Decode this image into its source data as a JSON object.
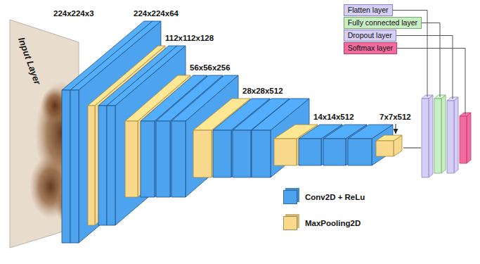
{
  "diagram": {
    "nodes": [
      {
        "text": [
          "Flatten layer"
        ]
      },
      {
        "text": [
          "Fully connected layer"
        ]
      },
      {
        "text": [
          "Dropout layer"
        ]
      },
      {
        "text": [
          "Softmax layer"
        ]
      }
    ],
    "labels": [
      "224x224x3",
      "Input Layer",
      "224x224x64",
      "112x112x128",
      "56x56x256",
      "28x28x512",
      "14x14x512",
      "7x7x512"
    ],
    "legend": [
      {
        "text": "Conv2D + ReLu",
        "color": "#4ea3ee"
      },
      {
        "text": "MaxPooling2D",
        "color": "#f9d98b"
      }
    ]
  }
}
